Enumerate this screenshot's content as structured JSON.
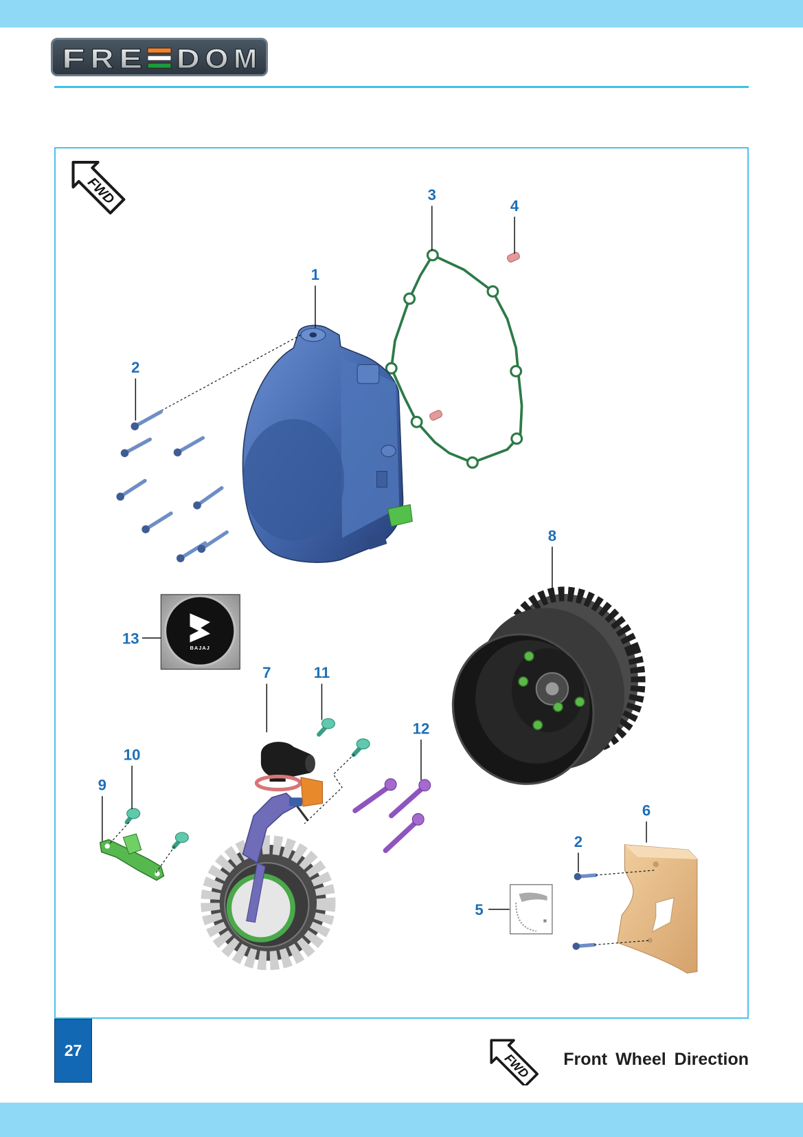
{
  "colors": {
    "band": "#8fd9f7",
    "rule": "#3ec1ec",
    "frame": "#4cc1ea",
    "callout": "#1d6fb7",
    "page_badge": "#1268b3"
  },
  "header": {
    "logo_text": "FREEDOM",
    "logo_tricolor": [
      "#f2832a",
      "#ffffff",
      "#1e9a3c"
    ]
  },
  "diagram": {
    "fwd_badge": "FWD",
    "emblem_text": "BAJAJ",
    "callouts": [
      {
        "number": "1"
      },
      {
        "number": "2"
      },
      {
        "number": "3"
      },
      {
        "number": "4"
      },
      {
        "number": "5"
      },
      {
        "number": "6"
      },
      {
        "number": "2"
      },
      {
        "number": "7"
      },
      {
        "number": "8"
      },
      {
        "number": "9"
      },
      {
        "number": "10"
      },
      {
        "number": "11"
      },
      {
        "number": "12"
      },
      {
        "number": "13"
      }
    ]
  },
  "footer": {
    "page_number": "27",
    "fwd_badge": "FWD",
    "legend": "Front Wheel Direction"
  }
}
